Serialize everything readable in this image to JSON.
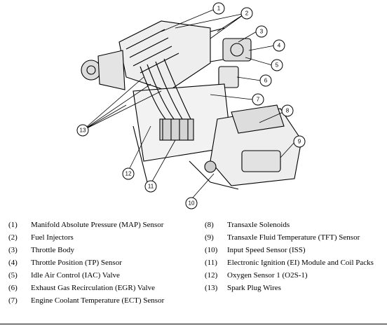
{
  "figure": {
    "callouts": [
      {
        "num": "1"
      },
      {
        "num": "2"
      },
      {
        "num": "3"
      },
      {
        "num": "4"
      },
      {
        "num": "5"
      },
      {
        "num": "6"
      },
      {
        "num": "7"
      },
      {
        "num": "8"
      },
      {
        "num": "9"
      },
      {
        "num": "10"
      },
      {
        "num": "11"
      },
      {
        "num": "12"
      },
      {
        "num": "13"
      }
    ]
  },
  "legend": {
    "left": [
      {
        "num": "(1)",
        "text": "Manifold Absolute Pressure (MAP) Sensor"
      },
      {
        "num": "(2)",
        "text": "Fuel Injectors"
      },
      {
        "num": "(3)",
        "text": "Throttle Body"
      },
      {
        "num": "(4)",
        "text": "Throttle Position (TP) Sensor"
      },
      {
        "num": "(5)",
        "text": "Idle Air Control (IAC) Valve"
      },
      {
        "num": "(6)",
        "text": "Exhaust Gas Recirculation (EGR) Valve"
      },
      {
        "num": "(7)",
        "text": "Engine Coolant Temperature (ECT) Sensor"
      }
    ],
    "right": [
      {
        "num": "(8)",
        "text": "Transaxle Solenoids"
      },
      {
        "num": "(9)",
        "text": "Transaxle Fluid Temperature (TFT) Sensor"
      },
      {
        "num": "(10)",
        "text": "Input Speed Sensor (ISS)"
      },
      {
        "num": "(11)",
        "text": "Electronic Ignition (EI) Module and Coil Packs"
      },
      {
        "num": "(12)",
        "text": "Oxygen Sensor 1 (O2S-1)"
      },
      {
        "num": "(13)",
        "text": "Spark Plug Wires"
      }
    ]
  }
}
